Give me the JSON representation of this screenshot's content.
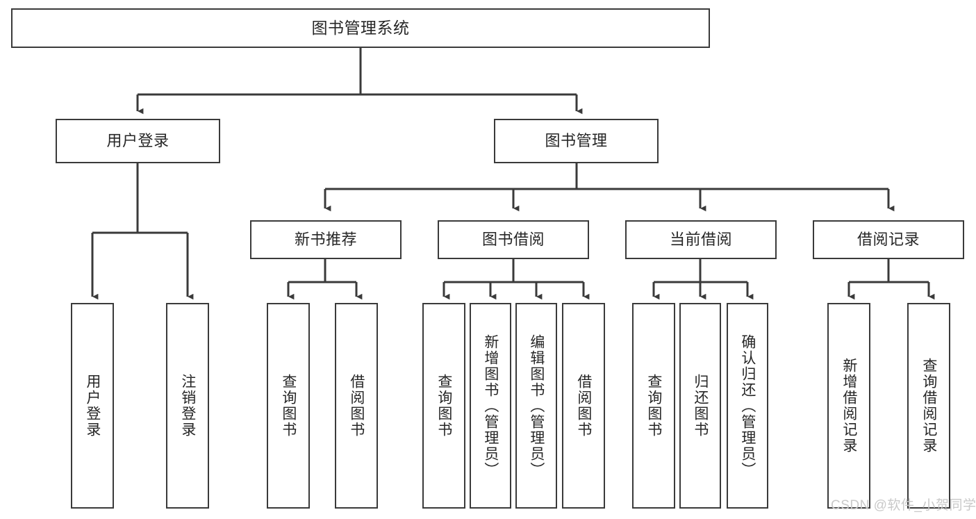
{
  "diagram": {
    "type": "tree-hierarchy-diagram",
    "title": "图书管理系统",
    "colors": {
      "box_border": "#3a3a3a",
      "box_fill": "#ffffff",
      "text": "#262626",
      "connector": "#3a3a3a",
      "watermark": "#c9c9c9",
      "background": "#ffffff"
    },
    "root": {
      "label": "图书管理系统"
    },
    "level2": [
      {
        "id": "user-login",
        "label": "用户登录"
      },
      {
        "id": "book-manage",
        "label": "图书管理"
      }
    ],
    "level3": [
      {
        "id": "new-book-recommend",
        "label": "新书推荐",
        "parent": "book-manage"
      },
      {
        "id": "book-borrow",
        "label": "图书借阅",
        "parent": "book-manage"
      },
      {
        "id": "current-borrow",
        "label": "当前借阅",
        "parent": "book-manage"
      },
      {
        "id": "borrow-record",
        "label": "借阅记录",
        "parent": "book-manage"
      }
    ],
    "leaves": {
      "user_login": [
        {
          "id": "leaf-user-login",
          "label": "用户登录"
        },
        {
          "id": "leaf-logout-login",
          "label": "注销登录"
        }
      ],
      "new_book_recommend": [
        {
          "id": "leaf-query-book-1",
          "label": "查询图书"
        },
        {
          "id": "leaf-borrow-book-1",
          "label": "借阅图书"
        }
      ],
      "book_borrow": [
        {
          "id": "leaf-query-book-2",
          "label": "查询图书"
        },
        {
          "id": "leaf-add-book",
          "label": "新增图书（管理员）"
        },
        {
          "id": "leaf-edit-book",
          "label": "编辑图书（管理员）"
        },
        {
          "id": "leaf-borrow-book-2",
          "label": "借阅图书"
        }
      ],
      "current_borrow": [
        {
          "id": "leaf-query-book-3",
          "label": "查询图书"
        },
        {
          "id": "leaf-return-book",
          "label": "归还图书"
        },
        {
          "id": "leaf-confirm-return",
          "label": "确认归还（管理员）"
        }
      ],
      "borrow_record": [
        {
          "id": "leaf-add-record",
          "label": "新增借阅记录"
        },
        {
          "id": "leaf-query-record",
          "label": "查询借阅记录"
        }
      ]
    },
    "watermark": "CSDN @软件_小贺同学"
  }
}
